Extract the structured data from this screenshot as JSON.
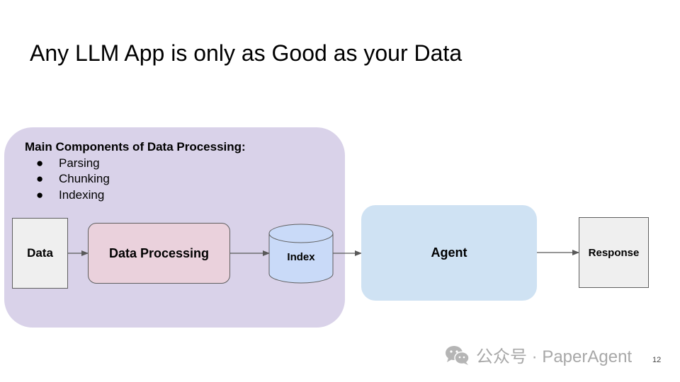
{
  "slide": {
    "title": "Any LLM App is only as Good as your Data",
    "page_number": "12"
  },
  "components": {
    "heading": "Main Components of Data Processing:",
    "items": [
      "Parsing",
      "Chunking",
      "Indexing"
    ]
  },
  "diagram": {
    "nodes": {
      "data": "Data",
      "processing": "Data Processing",
      "index": "Index",
      "agent": "Agent",
      "response": "Response"
    },
    "edges": [
      [
        "Data",
        "Data Processing"
      ],
      [
        "Data Processing",
        "Index"
      ],
      [
        "Index",
        "Agent"
      ],
      [
        "Agent",
        "Response"
      ]
    ]
  },
  "watermark": {
    "text": "公众号 · PaperAgent",
    "icon": "wechat-icon"
  },
  "colors": {
    "group_fill": "#d9d2e9",
    "processing_fill": "#ead1dc",
    "index_fill": "#c9daf8",
    "agent_fill": "#cfe2f3",
    "box_fill": "#efefef",
    "stroke": "#5f5f5f"
  }
}
